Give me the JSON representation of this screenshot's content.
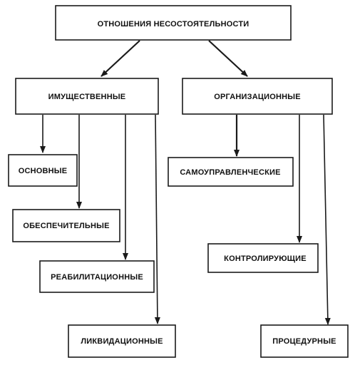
{
  "diagram": {
    "root": {
      "label": "ОТНОШЕНИЯ НЕСОСТОЯТЕЛЬНОСТИ"
    },
    "property": {
      "label": "ИМУЩЕСТВЕННЫЕ",
      "children": [
        {
          "label": "ОСНОВНЫЕ"
        },
        {
          "label": "ОБЕСПЕЧИТЕЛЬНЫЕ"
        },
        {
          "label": "РЕАБИЛИТАЦИОННЫЕ"
        },
        {
          "label": "ЛИКВИДАЦИОННЫЕ"
        }
      ]
    },
    "organizational": {
      "label": "ОРГАНИЗАЦИОННЫЕ",
      "children": [
        {
          "label": "САМОУПРАВЛЕНЧЕСКИЕ"
        },
        {
          "label": "КОНТРОЛИРУЮЩИЕ"
        },
        {
          "label": "ПРОЦЕДУРНЫЕ"
        }
      ]
    }
  }
}
